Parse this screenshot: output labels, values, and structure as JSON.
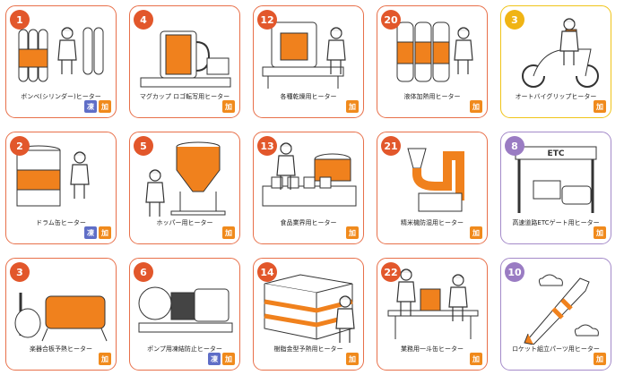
{
  "products": [
    {
      "num": "1",
      "label": "ボンベ(シリンダー)ヒーター",
      "badges": [
        "凍",
        "加"
      ],
      "theme": "orange",
      "illus": "cylinder"
    },
    {
      "num": "4",
      "label": "マグカップ ロゴ転写用ヒーター",
      "badges": [
        "加"
      ],
      "theme": "orange",
      "illus": "mug"
    },
    {
      "num": "12",
      "label": "各種乾燥用ヒーター",
      "badges": [
        "加"
      ],
      "theme": "orange",
      "illus": "oven"
    },
    {
      "num": "20",
      "label": "液体加熱用ヒーター",
      "badges": [
        "加"
      ],
      "theme": "orange",
      "illus": "tanks"
    },
    {
      "num": "3",
      "label": "オートバイグリップヒーター",
      "badges": [
        "加"
      ],
      "theme": "yellow",
      "illus": "scooter"
    },
    {
      "num": "2",
      "label": "ドラム缶ヒーター",
      "badges": [
        "凍",
        "加"
      ],
      "theme": "orange",
      "illus": "drum"
    },
    {
      "num": "5",
      "label": "ホッパー用ヒーター",
      "badges": [
        "加"
      ],
      "theme": "orange",
      "illus": "hopper"
    },
    {
      "num": "13",
      "label": "食品業界用ヒーター",
      "badges": [
        "加"
      ],
      "theme": "orange",
      "illus": "food"
    },
    {
      "num": "21",
      "label": "精米機防湿用ヒーター",
      "badges": [
        "加"
      ],
      "theme": "orange",
      "illus": "rice"
    },
    {
      "num": "8",
      "label": "高速道路ETCゲート用ヒーター",
      "badges": [
        "加"
      ],
      "theme": "purple",
      "illus": "etc",
      "sign": "ETC"
    },
    {
      "num": "3",
      "label": "楽器合板予熱ヒーター",
      "badges": [
        "加"
      ],
      "theme": "orange",
      "illus": "guitar"
    },
    {
      "num": "6",
      "label": "ポンプ用凍結防止ヒーター",
      "badges": [
        "凍",
        "加"
      ],
      "theme": "orange",
      "illus": "pump"
    },
    {
      "num": "14",
      "label": "樹脂金型予熱用ヒーター",
      "badges": [
        "加"
      ],
      "theme": "orange",
      "illus": "mold"
    },
    {
      "num": "22",
      "label": "業務用一斗缶ヒーター",
      "badges": [
        "加"
      ],
      "theme": "orange",
      "illus": "can"
    },
    {
      "num": "10",
      "label": "ロケット組立パーツ用ヒーター",
      "badges": [
        "加"
      ],
      "theme": "purple",
      "illus": "rocket"
    }
  ],
  "colors": {
    "heater": "#f0811d",
    "line": "#333333",
    "freeze": "#5f6ec7",
    "heat": "#f08a1c"
  }
}
